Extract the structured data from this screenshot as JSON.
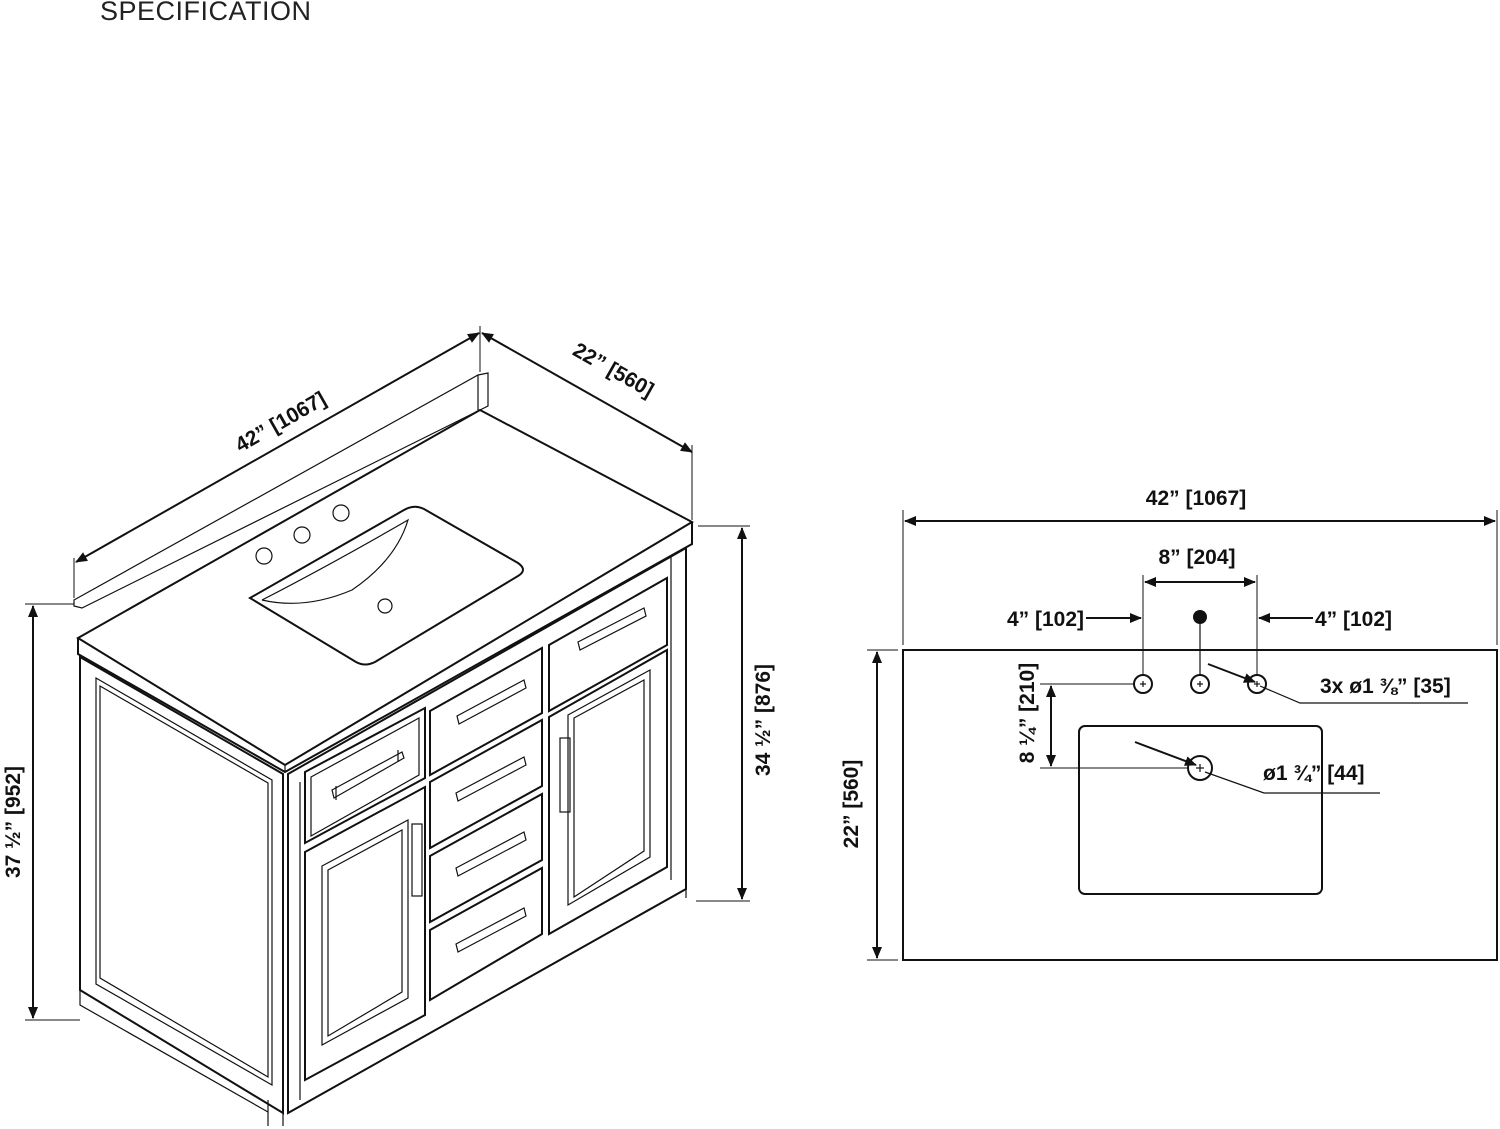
{
  "title": "SPECIFICATION",
  "isometric_view": {
    "width_label": "42” [1067]",
    "depth_label": "22” [560]",
    "total_height_label": "37 ½” [952]",
    "cabinet_height_label": "34 ½” [876]"
  },
  "top_view": {
    "width_label": "42” [1067]",
    "faucet_spread_label": "8” [204]",
    "left_offset_label": "4” [102]",
    "right_offset_label": "4” [102]",
    "faucet_holes_label": "3x ø1 ⅜” [35]",
    "drain_label": "ø1 ¾” [44]",
    "drain_offset_label": "8 ¼” [210]",
    "depth_label": "22” [560]"
  }
}
